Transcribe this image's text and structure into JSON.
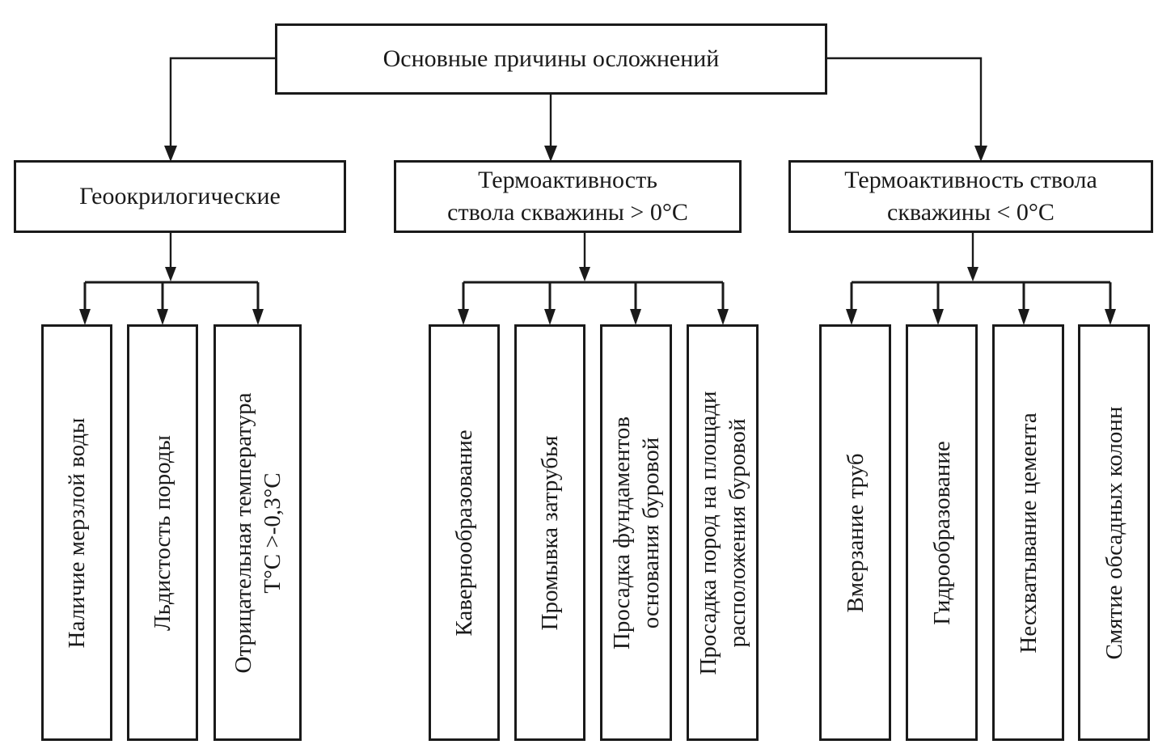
{
  "root": {
    "label": "Основные причины осложнений"
  },
  "categories": [
    {
      "label": "Геоокрилогические",
      "children": [
        "Наличие мерзлой воды",
        "Льдистость породы",
        "Отрицательная температура\nT°C >-0,3°C"
      ]
    },
    {
      "label": "Термоактивность\nствола скважины > 0°C",
      "children": [
        "Кавернообразование",
        "Промывка затрубья",
        "Просадка фундаментов\nоснования буровой",
        "Просадка пород на площади\nрасположения буровой"
      ]
    },
    {
      "label": "Термоактивность ствола\nскважины < 0°C",
      "children": [
        "Вмерзание труб",
        "Гидрообразование",
        "Несхватывание цемента",
        "Смятие обсадных колонн"
      ]
    }
  ]
}
